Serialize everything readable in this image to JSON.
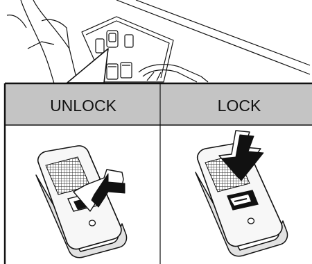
{
  "columns": [
    {
      "label": "UNLOCK",
      "arrow_direction": "down-left",
      "icon": "unlock-switch-icon"
    },
    {
      "label": "LOCK",
      "arrow_direction": "down",
      "icon": "lock-switch-icon"
    }
  ],
  "colors": {
    "header_fill": "#c4c4c4",
    "line": "#111111",
    "switch_body": "#f7f7f7",
    "arrow": "#111111",
    "background": "#ffffff"
  },
  "icons": {
    "overview": "door-panel-overview-icon",
    "callout": "callout-pointer-icon"
  }
}
